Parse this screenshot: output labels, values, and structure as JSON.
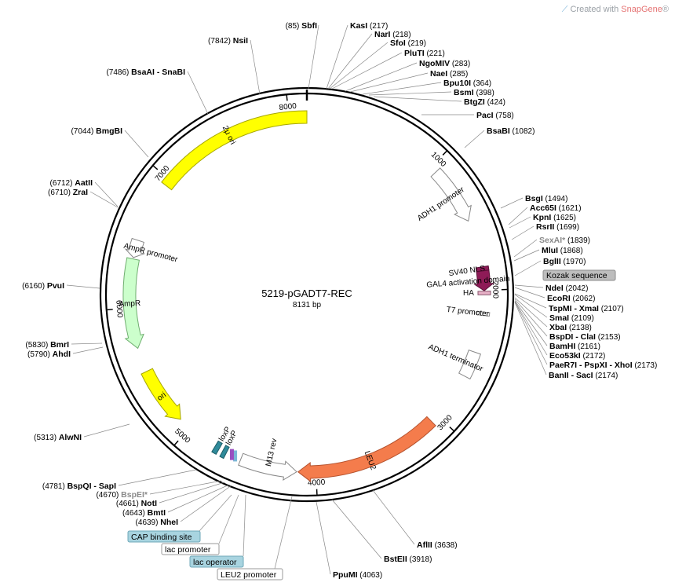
{
  "watermark": {
    "prefix": "Created with ",
    "brand": "SnapGene",
    "reg": "®"
  },
  "plasmid": {
    "name": "5219-pGADT7-REC",
    "size": "8131 bp",
    "length": 8131
  },
  "ticks": [
    {
      "bp": 1000,
      "label": "1000"
    },
    {
      "bp": 2000,
      "label": "2000"
    },
    {
      "bp": 3000,
      "label": "3000"
    },
    {
      "bp": 4000,
      "label": "4000"
    },
    {
      "bp": 5000,
      "label": "5000"
    },
    {
      "bp": 6000,
      "label": "6000"
    },
    {
      "bp": 7000,
      "label": "7000"
    },
    {
      "bp": 8000,
      "label": "8000"
    }
  ],
  "enzymes_right": [
    {
      "name": "SbfI",
      "pos": "(85)"
    },
    {
      "name": "KasI",
      "pos": "(217)"
    },
    {
      "name": "NarI",
      "pos": "(218)"
    },
    {
      "name": "SfoI",
      "pos": "(219)"
    },
    {
      "name": "PluTI",
      "pos": "(221)"
    },
    {
      "name": "NgoMIV",
      "pos": "(283)"
    },
    {
      "name": "NaeI",
      "pos": "(285)"
    },
    {
      "name": "Bpu10I",
      "pos": "(364)"
    },
    {
      "name": "BsmI",
      "pos": "(398)"
    },
    {
      "name": "BtgZI",
      "pos": "(424)"
    },
    {
      "name": "PacI",
      "pos": "(758)"
    },
    {
      "name": "BsaBI",
      "pos": "(1082)"
    },
    {
      "name": "BsgI",
      "pos": "(1494)"
    },
    {
      "name": "Acc65I",
      "pos": "(1621)"
    },
    {
      "name": "KpnI",
      "pos": "(1625)"
    },
    {
      "name": "RsrII",
      "pos": "(1699)"
    },
    {
      "name": "SexAI*",
      "pos": "(1839)"
    },
    {
      "name": "MluI",
      "pos": "(1868)"
    },
    {
      "name": "BglII",
      "pos": "(1970)"
    },
    {
      "name": "Kozak sequence",
      "pos": ""
    },
    {
      "name": "NdeI",
      "pos": "(2042)"
    },
    {
      "name": "EcoRI",
      "pos": "(2062)"
    },
    {
      "name": "TspMI - XmaI",
      "pos": "(2107)"
    },
    {
      "name": "SmaI",
      "pos": "(2109)"
    },
    {
      "name": "XbaI",
      "pos": "(2138)"
    },
    {
      "name": "BspDI - ClaI",
      "pos": "(2153)"
    },
    {
      "name": "BamHI",
      "pos": "(2161)"
    },
    {
      "name": "Eco53kI",
      "pos": "(2172)"
    },
    {
      "name": "PaeR7I - PspXI - XhoI",
      "pos": "(2173)"
    },
    {
      "name": "BanII - SacI",
      "pos": "(2174)"
    },
    {
      "name": "AflII",
      "pos": "(3638)"
    },
    {
      "name": "BstEII",
      "pos": "(3918)"
    },
    {
      "name": "PpuMI",
      "pos": "(4063)"
    }
  ],
  "enzymes_left": [
    {
      "name": "NsiI",
      "pos": "(7842)"
    },
    {
      "name": "BsaAI - SnaBI",
      "pos": "(7486)"
    },
    {
      "name": "BmgBI",
      "pos": "(7044)"
    },
    {
      "name": "AatII",
      "pos": "(6712)"
    },
    {
      "name": "ZraI",
      "pos": "(6710)"
    },
    {
      "name": "PvuI",
      "pos": "(6160)"
    },
    {
      "name": "BmrI",
      "pos": "(5830)"
    },
    {
      "name": "AhdI",
      "pos": "(5790)"
    },
    {
      "name": "AlwNI",
      "pos": "(5313)"
    },
    {
      "name": "BspQI - SapI",
      "pos": "(4781)"
    },
    {
      "name": "BspEI*",
      "pos": "(4670)"
    },
    {
      "name": "NotI",
      "pos": "(4661)"
    },
    {
      "name": "BmtI",
      "pos": "(4643)"
    },
    {
      "name": "NheI",
      "pos": "(4639)"
    }
  ],
  "bottom_boxes": [
    {
      "label": "CAP binding site"
    },
    {
      "label": "lac promoter"
    },
    {
      "label": "lac operator"
    },
    {
      "label": "LEU2 promoter"
    }
  ],
  "features": [
    {
      "name": "2μ ori",
      "start": 6950,
      "end": 8131,
      "color": "#ffff00",
      "stroke": "#a6a600",
      "dir": "none"
    },
    {
      "name": "ADH1 promoter",
      "start": 1050,
      "end": 1480,
      "color": "#ffffff",
      "stroke": "#888888",
      "dir": "cw"
    },
    {
      "name": "SV40 NLS",
      "start": 1830,
      "end": 1860,
      "color": "#8e1b57",
      "stroke": "#5a0f36",
      "dir": "none"
    },
    {
      "name": "GAL4 activation domain",
      "start": 1860,
      "end": 2005,
      "color": "#8e1b57",
      "stroke": "#5a0f36",
      "dir": "cw"
    },
    {
      "name": "HA",
      "start": 2008,
      "end": 2035,
      "color": "#e6b0c6",
      "stroke": "#8a5a70",
      "dir": "none"
    },
    {
      "name": "T7 promoter",
      "start": 2160,
      "end": 2185,
      "color": "#ffffff",
      "stroke": "#888888",
      "dir": "none"
    },
    {
      "name": "ADH1 terminator",
      "start": 2460,
      "end": 2650,
      "color": "#ffffff",
      "stroke": "#888888",
      "dir": "none"
    },
    {
      "name": "LEU2",
      "start": 3060,
      "end": 4130,
      "color": "#f47c4c",
      "stroke": "#b5522e",
      "dir": "cw"
    },
    {
      "name": "M13 rev",
      "start": 4140,
      "end": 4560,
      "color": "#ffffff",
      "stroke": "#888888",
      "dir": "ccw"
    },
    {
      "name": "ori",
      "start": 5090,
      "end": 5520,
      "color": "#ffff00",
      "stroke": "#a6a600",
      "dir": "ccw"
    },
    {
      "name": "AmpR",
      "start": 5700,
      "end": 6360,
      "color": "#ccffcc",
      "stroke": "#6fae6f",
      "dir": "ccw"
    },
    {
      "name": "AmpR promoter",
      "start": 6370,
      "end": 6500,
      "color": "#ffffff",
      "stroke": "#888888",
      "dir": "ccw"
    },
    {
      "name": "loxP",
      "start": 4735,
      "end": 4770,
      "color": "#2f8a9a",
      "stroke": "#1d5c66",
      "dir": "none"
    },
    {
      "name": "loxP",
      "start": 4675,
      "end": 4705,
      "color": "#2f8a9a",
      "stroke": "#1d5c66",
      "dir": "none"
    }
  ],
  "lac_markers": [
    {
      "name": "lac operator",
      "color": "#7ab7d6"
    },
    {
      "name": "lac promoter",
      "color": "#9a4fc0"
    }
  ]
}
